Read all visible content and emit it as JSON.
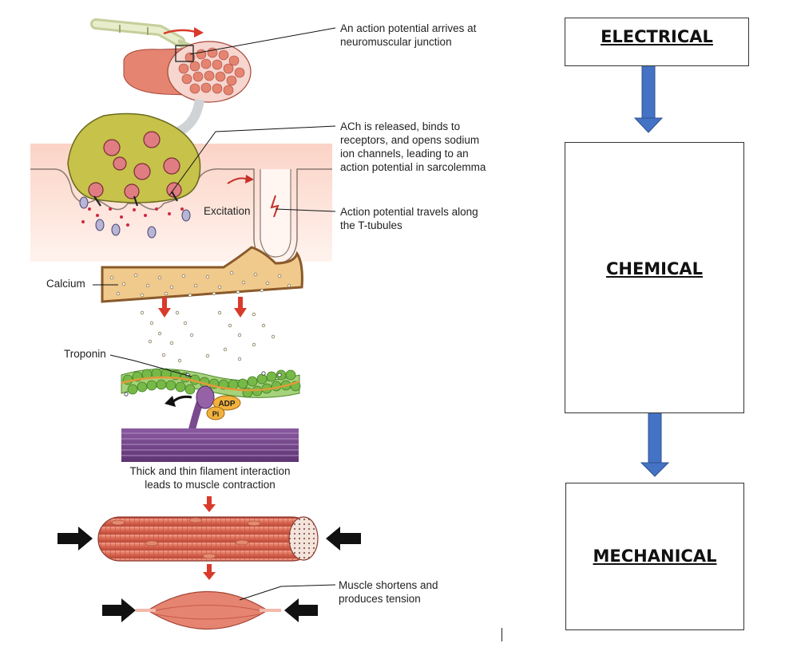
{
  "callouts": {
    "action_potential_arrives": "An action potential arrives at\nneuromuscular junction",
    "ach_released": "ACh is released, binds to\nreceptors, and opens sodium\nion channels, leading to an\naction potential in sarcolemma",
    "t_tubules": "Action potential travels along\nthe T-tubules",
    "muscle_shortens": "Muscle shortens and\nproduces tension"
  },
  "labels": {
    "excitation": "Excitation",
    "calcium": "Calcium",
    "troponin": "Troponin",
    "adp": "ADP",
    "pi": "Pi"
  },
  "captions": {
    "filament_interaction": "Thick and thin filament interaction\nleads to muscle contraction"
  },
  "stages": [
    {
      "title": "ELECTRICAL"
    },
    {
      "title": "CHEMICAL"
    },
    {
      "title": "MECHANICAL"
    }
  ],
  "colors": {
    "stage_arrow": "#4472c4",
    "red_arrow": "#d93a2b",
    "muscle": "#e07866",
    "terminal": "#c6c24a",
    "calcium_store": "#f0c98c",
    "actin_green": "#77b947",
    "myosin_purple": "#7a4a8f"
  }
}
